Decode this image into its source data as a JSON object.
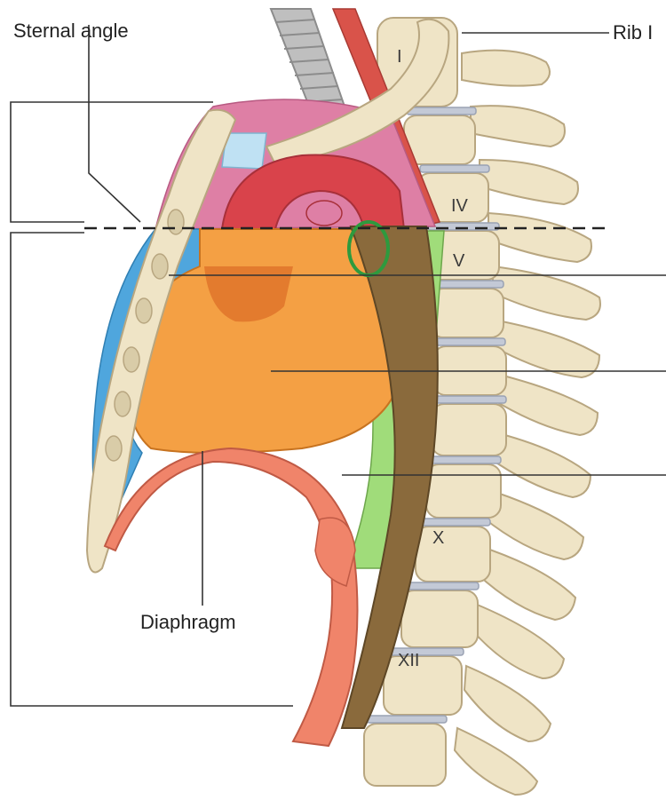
{
  "labels": {
    "sternal_angle": "Sternal angle",
    "rib_1": "Rib I",
    "diaphragm": "Diaphragm"
  },
  "vertebra_labels": {
    "i": "I",
    "iv": "IV",
    "v": "V",
    "x": "X",
    "xii": "XII"
  },
  "colors": {
    "bone": "#efe4c6",
    "bone_outline": "#b8a680",
    "disc": "#c3c9d6",
    "anterior_mediastinum": "#4fa6dd",
    "middle_mediastinum_heart": "#f4a044",
    "heart_atrium": "#e37b2e",
    "posterior_mediastinum": "#a0dc7a",
    "superior_mediastinum": "#de7fa5",
    "aortic_arch": "#d9434b",
    "descending_aorta": "#8a6a3c",
    "esophagus": "#c97a4a",
    "diaphragm": "#f0846a",
    "trachea": "#bfbfbf",
    "leader_lines": "#333333",
    "plane_line": "#222222"
  }
}
